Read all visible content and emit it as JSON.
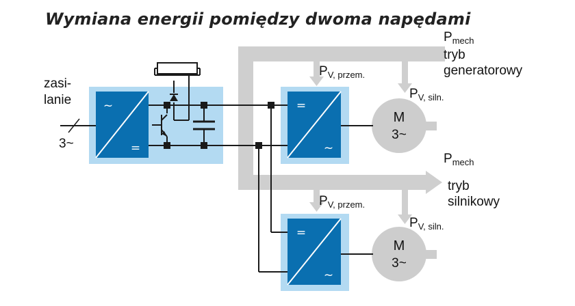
{
  "title": "Wymiana energii pomiędzy dwoma napędami",
  "labels": {
    "supply_line1": "zasi-",
    "supply_line2": "lanie",
    "phases_in": "3~",
    "p_mech": "P",
    "p_mech_sub": "mech",
    "p_v": "P",
    "p_v_przem_sub": "V, przem.",
    "p_v_siln_sub": "V, siln.",
    "mode_generator_line1": "tryb",
    "mode_generator_line2": "generatorowy",
    "mode_motor_line1": "tryb",
    "mode_motor_line2": "silnikowy",
    "motor_letter": "M",
    "motor_phases": "3~"
  },
  "blocks": {
    "rectifier_top_symbol": "~",
    "rectifier_bottom_symbol": "=",
    "inverter_top_symbol": "=",
    "inverter_bottom_symbol": "~"
  },
  "colors": {
    "block_fill": "#0a6fb0",
    "panel_fill": "#b3daf2",
    "flow_gray": "#cfcfcf",
    "motor_gray": "#cdcdcd",
    "wire": "#1a1a1a"
  }
}
